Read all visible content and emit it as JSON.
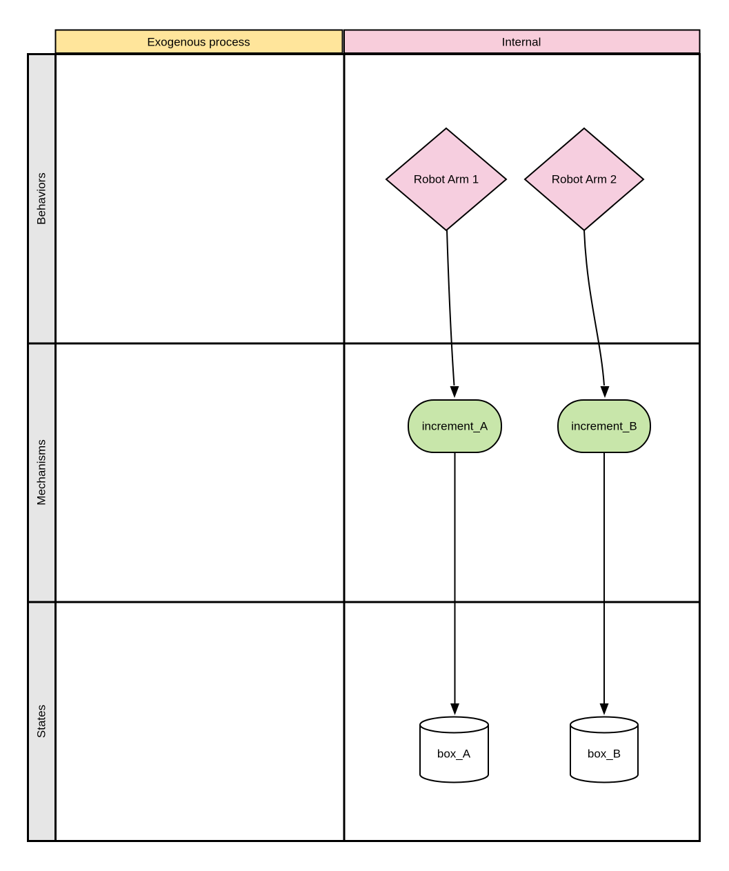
{
  "diagram": {
    "columns": [
      "Exogenous process",
      "Internal"
    ],
    "rows": [
      "Behaviors",
      "Mechanisms",
      "States"
    ],
    "nodes": {
      "robot_arm_1": {
        "label": "Robot Arm 1",
        "shape": "diamond",
        "row": "Behaviors",
        "column": "Internal"
      },
      "robot_arm_2": {
        "label": "Robot Arm 2",
        "shape": "diamond",
        "row": "Behaviors",
        "column": "Internal"
      },
      "increment_a": {
        "label": "increment_A",
        "shape": "rounded-rectangle",
        "row": "Mechanisms",
        "column": "Internal"
      },
      "increment_b": {
        "label": "increment_B",
        "shape": "rounded-rectangle",
        "row": "Mechanisms",
        "column": "Internal"
      },
      "box_a": {
        "label": "box_A",
        "shape": "cylinder",
        "row": "States",
        "column": "Internal"
      },
      "box_b": {
        "label": "box_B",
        "shape": "cylinder",
        "row": "States",
        "column": "Internal"
      }
    },
    "edges": [
      {
        "from": "Robot Arm 1",
        "to": "increment_A"
      },
      {
        "from": "Robot Arm 2",
        "to": "increment_B"
      },
      {
        "from": "increment_A",
        "to": "box_A"
      },
      {
        "from": "increment_B",
        "to": "box_B"
      }
    ],
    "colors": {
      "header_yellow": "#FFE59B",
      "header_pink": "#F8CDDB",
      "node_pink": "#F6CEDF",
      "node_green": "#C8E6AA",
      "row_label_gray": "#E6E6E6",
      "node_white": "#FFFFFF",
      "line_black": "#000000"
    }
  }
}
